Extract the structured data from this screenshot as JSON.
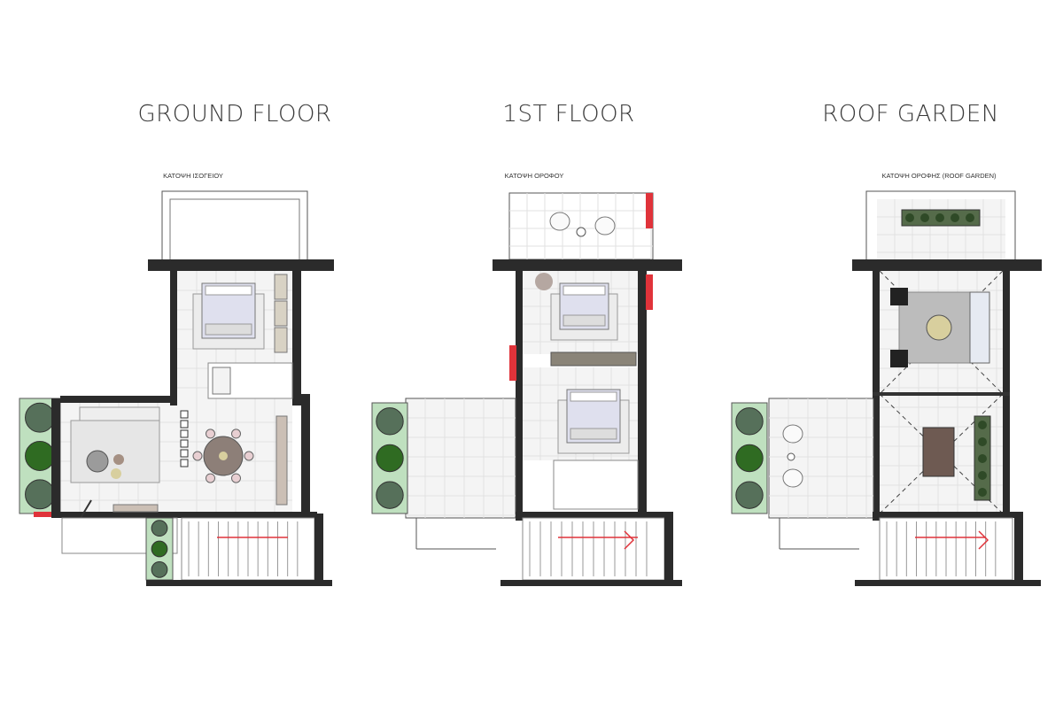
{
  "plans": [
    {
      "title": "GROUND FLOOR",
      "subtitle": "ΚΑΤΟΨΗ ΙΣΟΓΕΙΟΥ"
    },
    {
      "title": "1ST FLOOR",
      "subtitle": "ΚΑΤΟΨΗ ΟΡΟΦΟΥ"
    },
    {
      "title": "ROOF GARDEN",
      "subtitle": "ΚΑΤΟΨΗ ΟΡΟΦΗΣ (ROOF GARDEN)"
    }
  ],
  "colors": {
    "wall": "#2b2b2b",
    "planter": "#6fae72",
    "accent": "#e0333a",
    "floor": "#f4f4f4",
    "furniture": "#cfc8bf"
  }
}
